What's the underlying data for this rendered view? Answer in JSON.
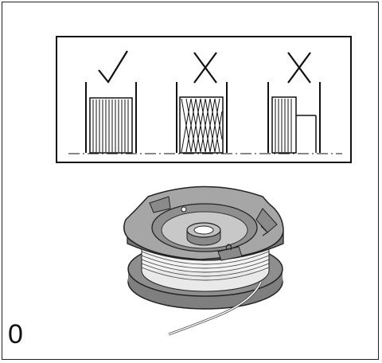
{
  "figure": {
    "step_number": "0",
    "marks": [
      {
        "symbol": "✓",
        "meaning": "correct-even-winding"
      },
      {
        "symbol": "X",
        "meaning": "incorrect-crossed-winding"
      },
      {
        "symbol": "X",
        "meaning": "incorrect-partial-winding"
      }
    ]
  }
}
